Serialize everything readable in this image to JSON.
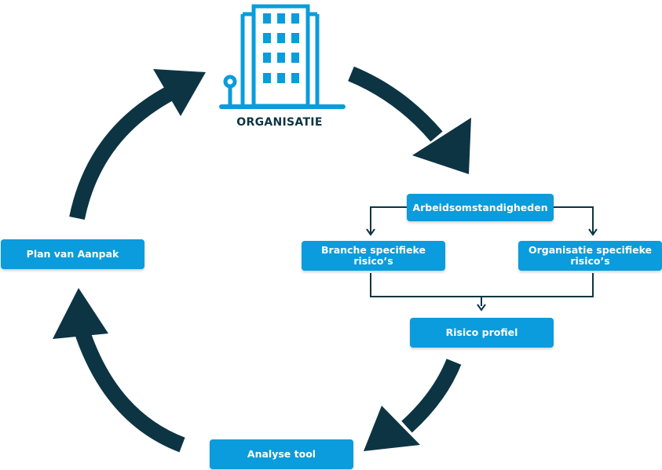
{
  "organisation": {
    "label": "ORGANISATIE"
  },
  "boxes": {
    "arbeids": "Arbeidsomstandigheden",
    "branche": "Branche specifieke\nrisico’s",
    "organisatie": "Organisatie specifieke\nrisico’s",
    "risico": "Risico profiel",
    "analyse": "Analyse tool",
    "plan": "Plan van Aanpak"
  },
  "colors": {
    "box_fill": "#0a9cdc",
    "arrow": "#0d3443",
    "building": "#0a9cdc",
    "label_dark": "#0d3443"
  },
  "icons": {
    "organisation": "office-building-icon"
  }
}
